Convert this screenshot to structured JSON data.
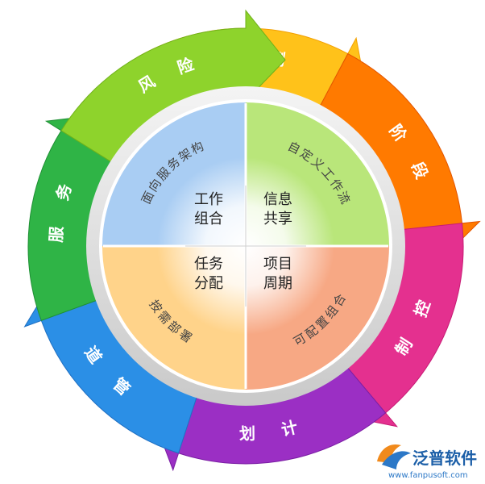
{
  "ring_stages": [
    {
      "id": "yuce",
      "label": "预测",
      "color": "#ffc21a",
      "dark": "#f29f00"
    },
    {
      "id": "jieduan",
      "label": "阶段",
      "color": "#ff7a00",
      "dark": "#e25400"
    },
    {
      "id": "kongzhi",
      "label": "控制",
      "color": "#e4308f",
      "dark": "#c71a74"
    },
    {
      "id": "jihua",
      "label": "计划",
      "color": "#9b2fc4",
      "dark": "#7a1ea3"
    },
    {
      "id": "guandao",
      "label": "管道",
      "color": "#2b8fe6",
      "dark": "#1f6fc2"
    },
    {
      "id": "fuwu",
      "label": "服务",
      "color": "#2fb446",
      "dark": "#1f8f34"
    },
    {
      "id": "fengxian",
      "label": "风险",
      "color": "#8ed32c",
      "dark": "#6fb11a"
    }
  ],
  "quadrants": {
    "top_left": {
      "label": "面向服务架构",
      "color": "#a9cdf3"
    },
    "top_right": {
      "label": "自定义工作流",
      "color": "#b9e67a"
    },
    "bottom_left": {
      "label": "按需部署",
      "color": "#ffd38a"
    },
    "bottom_right": {
      "label": "可配置组合",
      "color": "#f7a884"
    }
  },
  "center_labels": {
    "top_left": [
      "工作",
      "组合"
    ],
    "top_right": [
      "信息",
      "共享"
    ],
    "bottom_left": [
      "任务",
      "分配"
    ],
    "bottom_right": [
      "项目",
      "周期"
    ]
  },
  "logo": {
    "name": "泛普软件",
    "url": "www.fanpusoft.com"
  }
}
